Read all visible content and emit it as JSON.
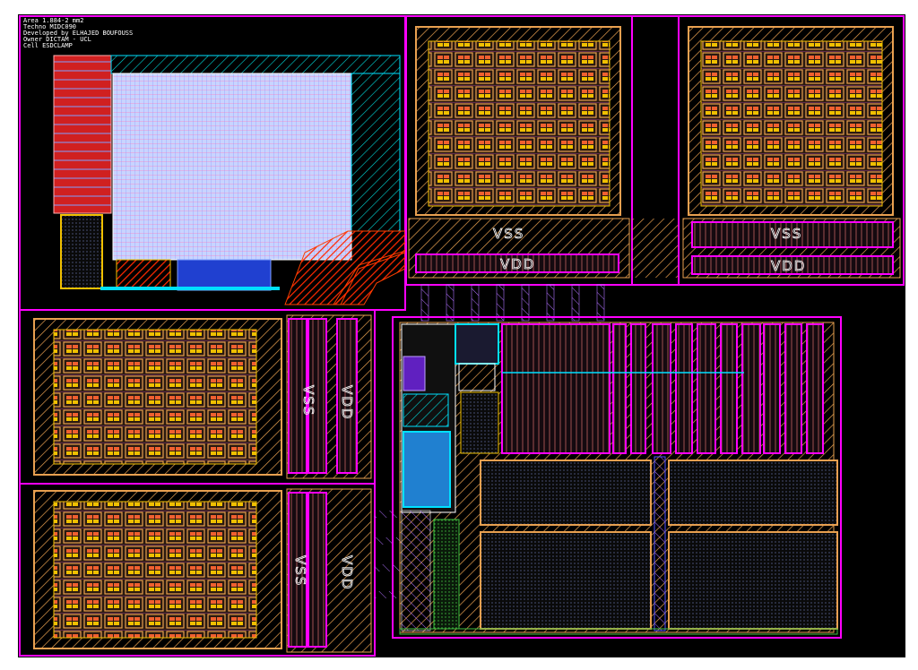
{
  "cell_info": [
    "Area 1.884-2 mm2",
    "Techno MIDC090",
    "Developed by ELHAJED BOUFOUSS",
    "Owner DICTAM - UCL",
    "Cell ESDCLAMP"
  ],
  "labels": {
    "vss": "VSS",
    "vdd": "VDD"
  },
  "colors": {
    "background": "#000000",
    "metal_magenta": "#ff00ff",
    "metal_red": "#ff2a00",
    "metal_orange": "#e8a050",
    "metal_cyan": "#00e0ff",
    "poly_white": "#dcdcff",
    "via_yellow": "#f0c000"
  }
}
